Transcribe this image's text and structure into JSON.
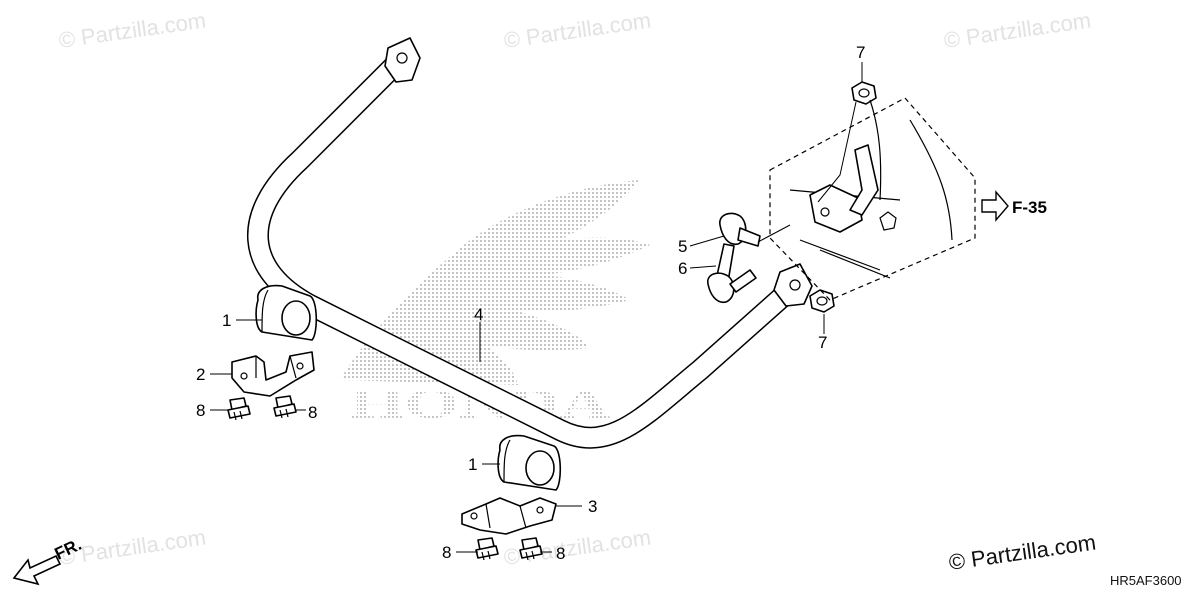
{
  "watermarks": [
    {
      "text": "© Partzilla.com"
    },
    {
      "text": "© Partzilla.com"
    },
    {
      "text": "© Partzilla.com"
    },
    {
      "text": "© Partzilla.com"
    },
    {
      "text": "© Partzilla.com"
    }
  ],
  "brand_logo_text": "HONDA",
  "callouts": {
    "c1a": "1",
    "c1b": "1",
    "c2": "2",
    "c3": "3",
    "c4": "4",
    "c5": "5",
    "c6": "6",
    "c7a": "7",
    "c7b": "7",
    "c8a": "8",
    "c8b": "8",
    "c8c": "8",
    "c8d": "8"
  },
  "reference": {
    "label": "F-35"
  },
  "front_indicator": {
    "label": "FR."
  },
  "footer": {
    "copyright": "© Partzilla.com",
    "diagram_code": "HR5AF3600"
  },
  "colors": {
    "line": "#000000",
    "watermark": "#e2e2e2",
    "logo_dots": "#9a9a9a"
  },
  "icons": [
    "front-arrow-icon",
    "reference-arrow-icon"
  ]
}
